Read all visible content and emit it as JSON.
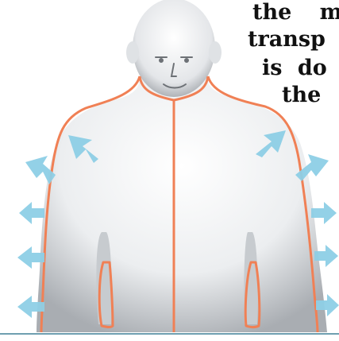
{
  "text_lines": [
    "the m",
    "transp",
    "is do",
    "the"
  ],
  "colors": {
    "garment_outline": "#f08055",
    "arrow": "#8ecfe6",
    "skin_light": "#f4f5f6",
    "skin_shadow": "#a9adb2",
    "baseline": "#6f9fb0"
  },
  "icons": {
    "arrows": "arrow-icon"
  }
}
